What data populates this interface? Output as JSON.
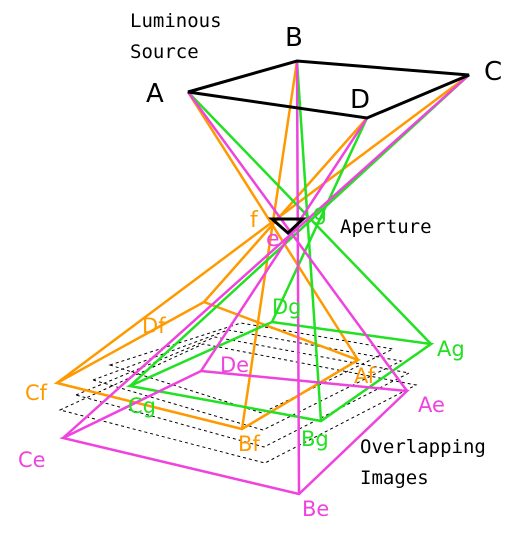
{
  "colors": {
    "source": "#000000",
    "orange": "#ff9900",
    "green": "#22e022",
    "magenta": "#ee44dd",
    "dashed": "#000000"
  },
  "labels": {
    "luminous_source_line1": "Luminous",
    "luminous_source_line2": "Source",
    "aperture": "Aperture",
    "overlapping_line1": "Overlapping",
    "overlapping_line2": "Images",
    "A": "A",
    "B": "B",
    "C": "C",
    "D": "D",
    "f": "f",
    "e": "e",
    "g": "g",
    "Df": "Df",
    "Cf": "Cf",
    "Af": "Af",
    "Bf": "Bf",
    "Dg": "Dg",
    "Ag": "Ag",
    "Cg": "Cg",
    "Bg": "Bg",
    "De": "De",
    "Ae": "Ae",
    "Ce": "Ce",
    "Be": "Be"
  }
}
